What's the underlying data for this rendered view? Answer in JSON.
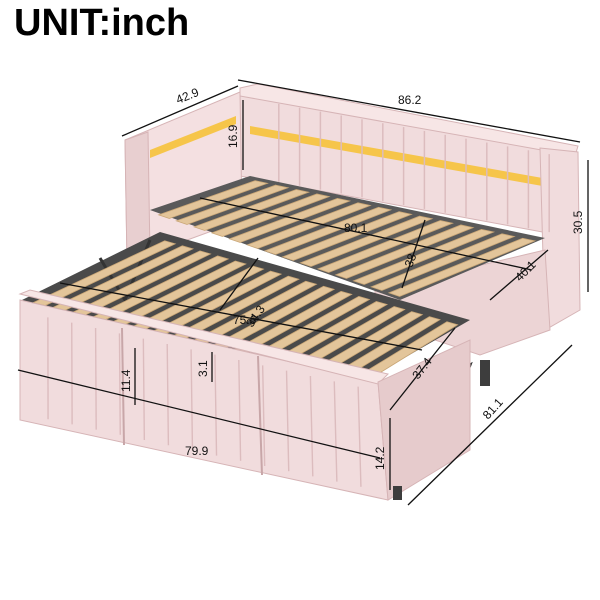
{
  "title": "UNIT:inch",
  "dimensions": {
    "headboard_depth": "42.9",
    "backrest_length": "86.2",
    "headboard_height": "16.9",
    "total_height": "30.5",
    "inner_length": "80.1",
    "mid_depth": "38",
    "inner_depth": "40.1",
    "trundle_length": "75.6",
    "trundle_depth": "34.3",
    "trundle_height": "11.4",
    "trundle_gap": "3.1",
    "trundle_depth_front": "37.4",
    "front_width": "79.9",
    "overall_depth": "81.1",
    "leg_height": "14.2"
  },
  "colors": {
    "upholstery": "#f1dcdd",
    "upholstery_shade": "#dcbcbe",
    "slat": "#e3c59a",
    "slat_edge": "#c9a676",
    "frame": "#3d3d3d",
    "led": "#f6c23a"
  }
}
